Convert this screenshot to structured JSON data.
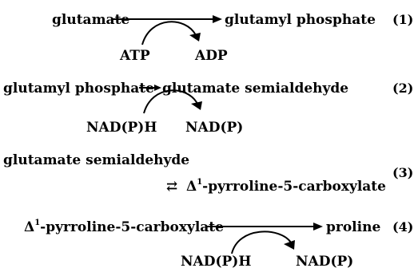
{
  "reactions": [
    {
      "number": "(1)",
      "substrate": "glutamate",
      "product": "glutamyl phosphate",
      "cofactor_in": "ATP",
      "cofactor_out": "ADP"
    },
    {
      "number": "(2)",
      "substrate": "glutamyl phosphate",
      "product": "glutamate semialdehyde",
      "cofactor_in": "NAD(P)H",
      "cofactor_out": "NAD(P)"
    },
    {
      "number": "(3)",
      "substrate": "glutamate semialdehyde",
      "equilibrium_symbol": "⇄",
      "product_prefix": "Δ",
      "product_superscript": "1",
      "product_suffix": "-pyrroline-5-carboxylate"
    },
    {
      "number": "(4)",
      "substrate_prefix": "Δ",
      "substrate_superscript": "1",
      "substrate_suffix": "-pyrroline-5-carboxylate",
      "product": "proline",
      "cofactor_in": "NAD(P)H",
      "cofactor_out": "NAD(P)"
    }
  ]
}
